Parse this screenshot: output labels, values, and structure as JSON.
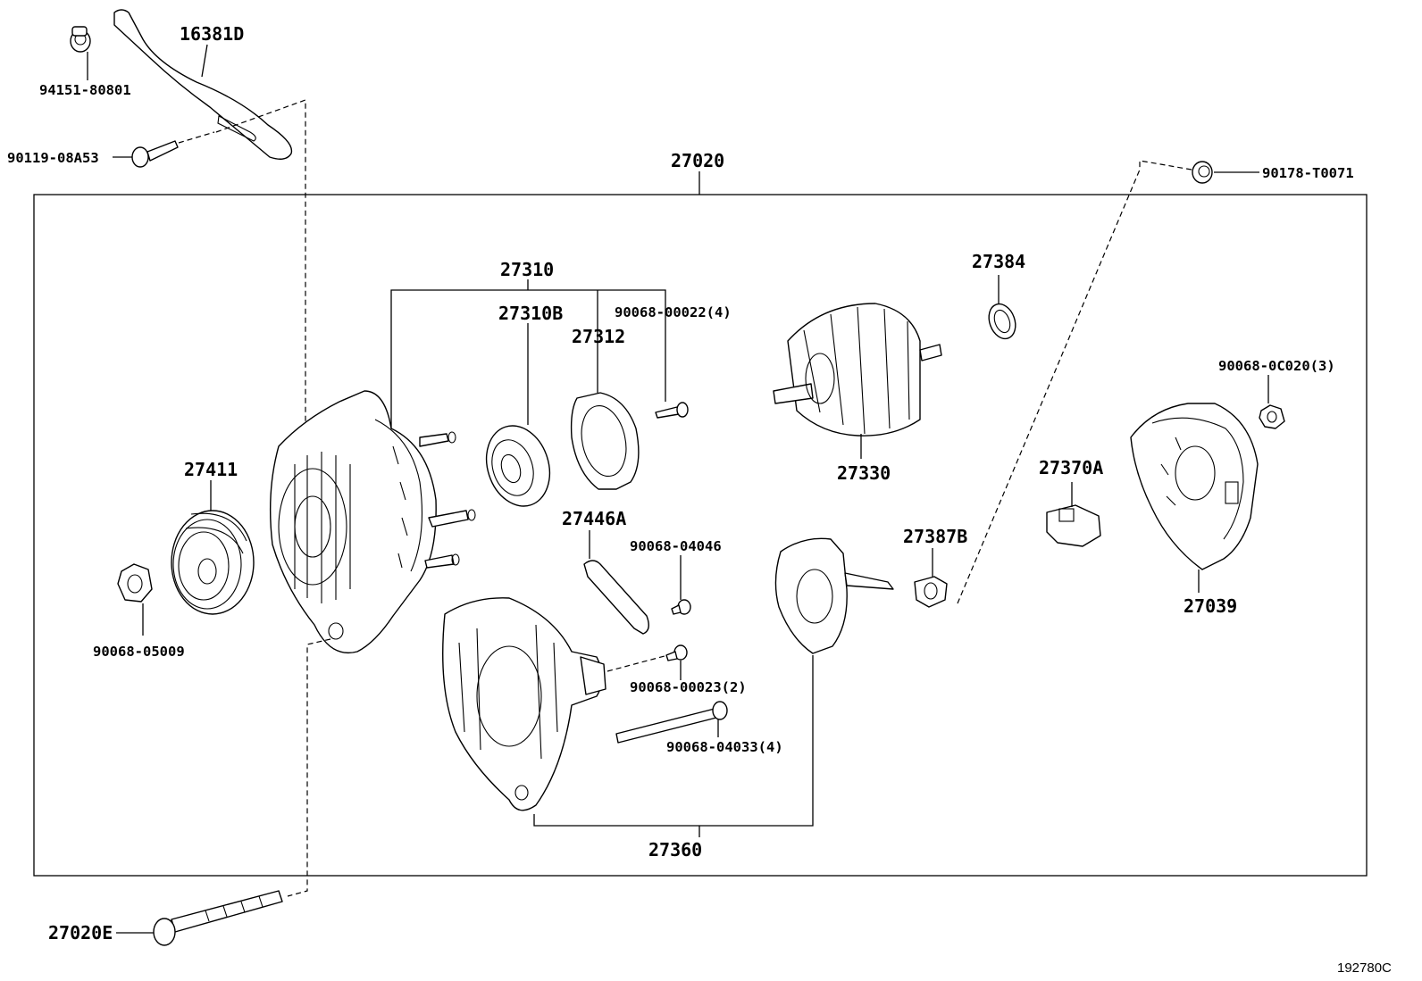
{
  "labels": {
    "p16381D": "16381D",
    "p94151_80801": "94151-80801",
    "p90119_08A53": "90119-08A53",
    "p27020": "27020",
    "p90178_T0071": "90178-T0071",
    "p27310": "27310",
    "p27310B": "27310B",
    "p90068_00022": "90068-00022(4)",
    "p27312": "27312",
    "p27384": "27384",
    "p90068_0C020": "90068-0C020(3)",
    "p27330": "27330",
    "p27411": "27411",
    "p27370A": "27370A",
    "p27446A": "27446A",
    "p90068_04046": "90068-04046",
    "p27387B": "27387B",
    "p27039": "27039",
    "p90068_05009": "90068-05009",
    "p90068_00023": "90068-00023(2)",
    "p90068_04033": "90068-04033(4)",
    "p27360": "27360",
    "p27020E": "27020E"
  },
  "figure_code": "192780C"
}
